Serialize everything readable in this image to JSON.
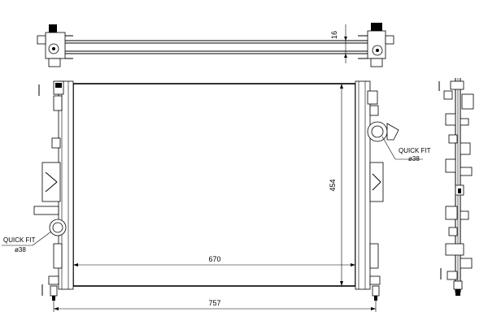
{
  "diagram": {
    "dimensions": {
      "core_width": "670",
      "core_height": "454",
      "overall_width": "757",
      "top_thickness": "16"
    },
    "callouts": [
      {
        "text": "QUICK FIT",
        "sub": "ø38"
      },
      {
        "text": "QUICK FIT",
        "sub": "ø38"
      }
    ]
  }
}
